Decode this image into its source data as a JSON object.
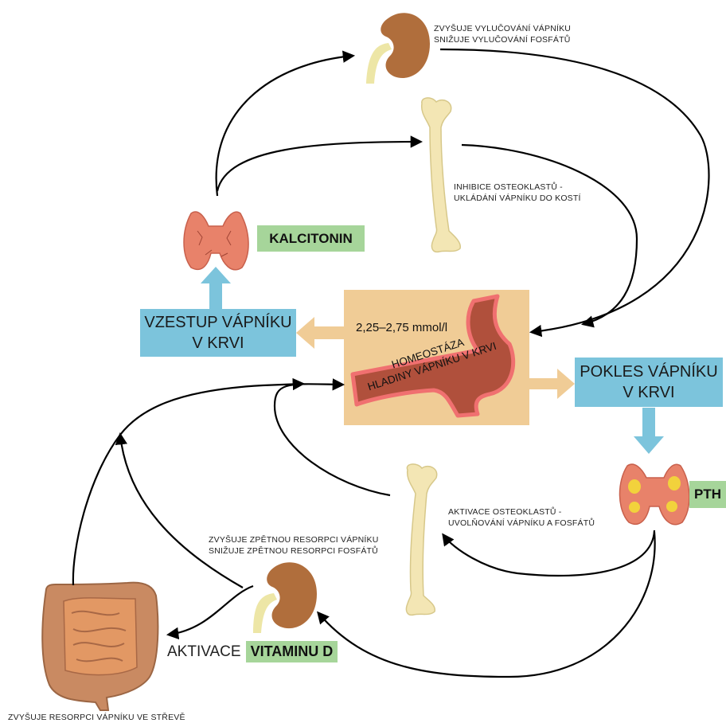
{
  "center": {
    "range": "2,25–2,75 mmol/l",
    "line1": "HOMEOSTÁZA",
    "line2": "HLADINY VÁPNÍKU V KRVI"
  },
  "left_box": {
    "line1": "VZESTUP VÁPNÍKU",
    "line2": "V KRVI"
  },
  "right_box": {
    "line1": "POKLES VÁPNÍKU",
    "line2": "V KRVI"
  },
  "hormones": {
    "calcitonin": "KALCITONIN",
    "pth": "PTH",
    "vitamin_prefix": "AKTIVACE",
    "vitamin": "VITAMINU D"
  },
  "effects": {
    "kidney_top_1": "ZVYŠUJE VYLUČOVÁNÍ VÁPNÍKU",
    "kidney_top_2": "SNIŽUJE VYLUČOVÁNÍ FOSFÁTŮ",
    "bone_top_1": "INHIBICE OSTEOKLASTŮ -",
    "bone_top_2": "UKLÁDÁNÍ VÁPNÍKU DO KOSTÍ",
    "bone_bottom_1": "AKTIVACE OSTEOKLASTŮ -",
    "bone_bottom_2": "UVOLŇOVÁNÍ VÁPNÍKU A FOSFÁTŮ",
    "kidney_bottom_1": "ZVYŠUJE ZPĚTNOU RESORPCI VÁPNÍKU",
    "kidney_bottom_2": "SNIŽUJE ZPĚTNOU RESORPCI FOSFÁTŮ",
    "intestine": "ZVYŠUJE RESORPCI VÁPNÍKU VE STŘEVĚ"
  },
  "colors": {
    "blue_box": "#7cc4dc",
    "green_box": "#a6d59a",
    "center_bg": "#f0cc96",
    "vessel": "#b0503c",
    "vessel_rim": "#f07070",
    "thyroid": "#e8826a",
    "kidney": "#b06e3c",
    "bone": "#f3e6b4",
    "intestine": "#c98a62"
  }
}
